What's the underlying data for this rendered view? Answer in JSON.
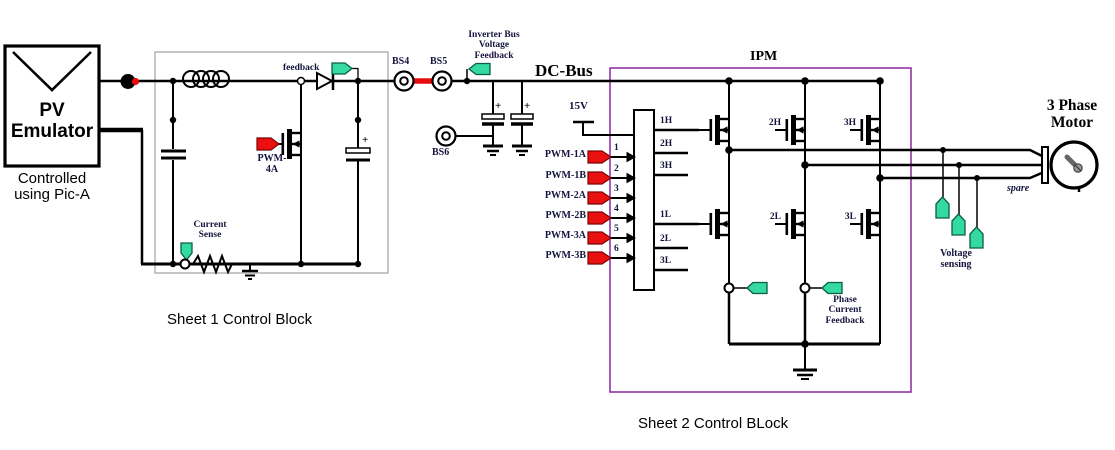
{
  "colors": {
    "wire": "#000000",
    "tag_green": "#35d9a2",
    "tag_green_border": "#0b5d45",
    "tag_red": "#ea1010",
    "dc_jumper_red": "#e80b0b",
    "ipm_border": "#9333a8",
    "sheet_box_gray": "#adadad"
  },
  "symbols": {
    "plus": "+"
  },
  "pv": {
    "name_line1": "PV",
    "name_line2": "Emulator",
    "caption_line1": "Controlled",
    "caption_line2": "using Pic-A"
  },
  "sheet1": {
    "caption": "Sheet 1 Control Block",
    "feedback_tag": "feedback",
    "boost_pwm_line1": "PWM-",
    "boost_pwm_line2": "4A",
    "current_sense_line1": "Current",
    "current_sense_line2": "Sense"
  },
  "dc_link": {
    "bs4": "BS4",
    "bs5": "BS5",
    "bs6": "BS6",
    "bus_label": "DC-Bus",
    "feedback_line1": "Inverter Bus",
    "feedback_line2": "Voltage",
    "feedback_line3": "Feedback"
  },
  "ipm": {
    "title": "IPM",
    "caption": "Sheet 2 Control BLock",
    "supply": "15V",
    "pwm_inputs": [
      {
        "label": "PWM-1A",
        "pin": "1"
      },
      {
        "label": "PWM-1B",
        "pin": "2"
      },
      {
        "label": "PWM-2A",
        "pin": "3"
      },
      {
        "label": "PWM-2B",
        "pin": "4"
      },
      {
        "label": "PWM-3A",
        "pin": "5"
      },
      {
        "label": "PWM-3B",
        "pin": "6"
      }
    ],
    "driver_outputs": [
      "1H",
      "2H",
      "3H",
      "1L",
      "2L",
      "3L"
    ],
    "fet_labels": [
      "2H",
      "3H",
      "2L",
      "3L"
    ],
    "phase_feedback_line1": "Phase",
    "phase_feedback_line2": "Current",
    "phase_feedback_line3": "Feedback"
  },
  "output": {
    "motor_line1": "3 Phase",
    "motor_line2": "Motor",
    "spare": "spare",
    "voltage_sensing_line1": "Voltage",
    "voltage_sensing_line2": "sensing"
  }
}
